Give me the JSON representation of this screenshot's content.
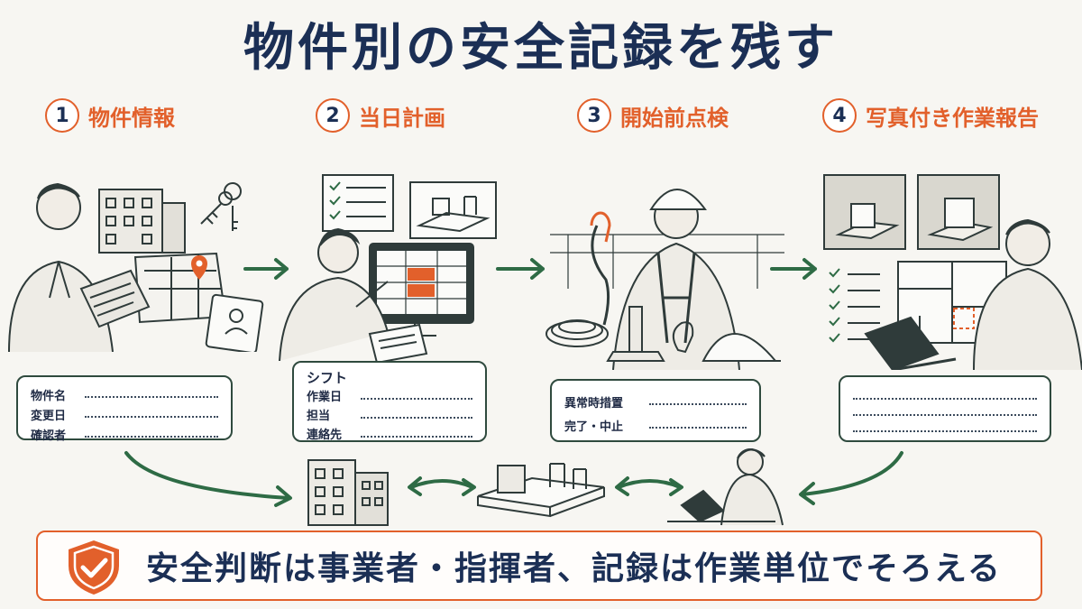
{
  "title": "物件別の安全記録を残す",
  "steps": [
    {
      "num": "1",
      "label": "物件情報"
    },
    {
      "num": "2",
      "label": "当日計画"
    },
    {
      "num": "3",
      "label": "開始前点検"
    },
    {
      "num": "4",
      "label": "写真付き作業報告"
    }
  ],
  "cards": {
    "property": {
      "fields": [
        "物件名",
        "変更日",
        "確認者"
      ]
    },
    "plan": {
      "heading": "シフト",
      "fields": [
        "作業日",
        "担当",
        "連絡先"
      ]
    },
    "inspection": {
      "fields": [
        "異常時措置",
        "完了・中止"
      ]
    }
  },
  "banner": {
    "message": "安全判断は事業者・指揮者、記録は作業単位でそろえる"
  },
  "colors": {
    "accent": "#e2602b",
    "navy": "#1b2f55",
    "line": "#2f4a3e",
    "arrow": "#2e6b45"
  }
}
